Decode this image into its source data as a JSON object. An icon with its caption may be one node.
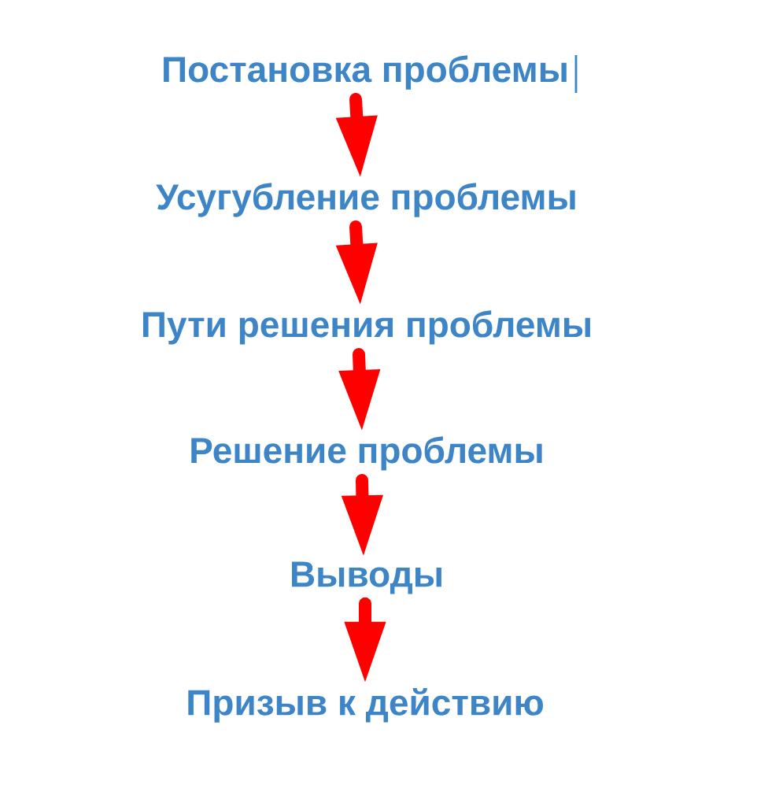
{
  "diagram": {
    "nodes": [
      {
        "text": [
          "Постановка проблемы"
        ]
      },
      {
        "text": [
          "Усугубление проблемы"
        ]
      },
      {
        "text": [
          "Пути решения проблемы"
        ]
      },
      {
        "text": [
          "Решение проблемы"
        ]
      },
      {
        "text": [
          "Выводы"
        ]
      },
      {
        "text": [
          "Призыв к действию"
        ]
      }
    ],
    "edges": [
      {
        "from": 0,
        "to": 1,
        "arrow": "to"
      },
      {
        "from": 1,
        "to": 2,
        "arrow": "to"
      },
      {
        "from": 2,
        "to": 3,
        "arrow": "to"
      },
      {
        "from": 3,
        "to": 4,
        "arrow": "to"
      },
      {
        "from": 4,
        "to": 5,
        "arrow": "to"
      }
    ]
  }
}
